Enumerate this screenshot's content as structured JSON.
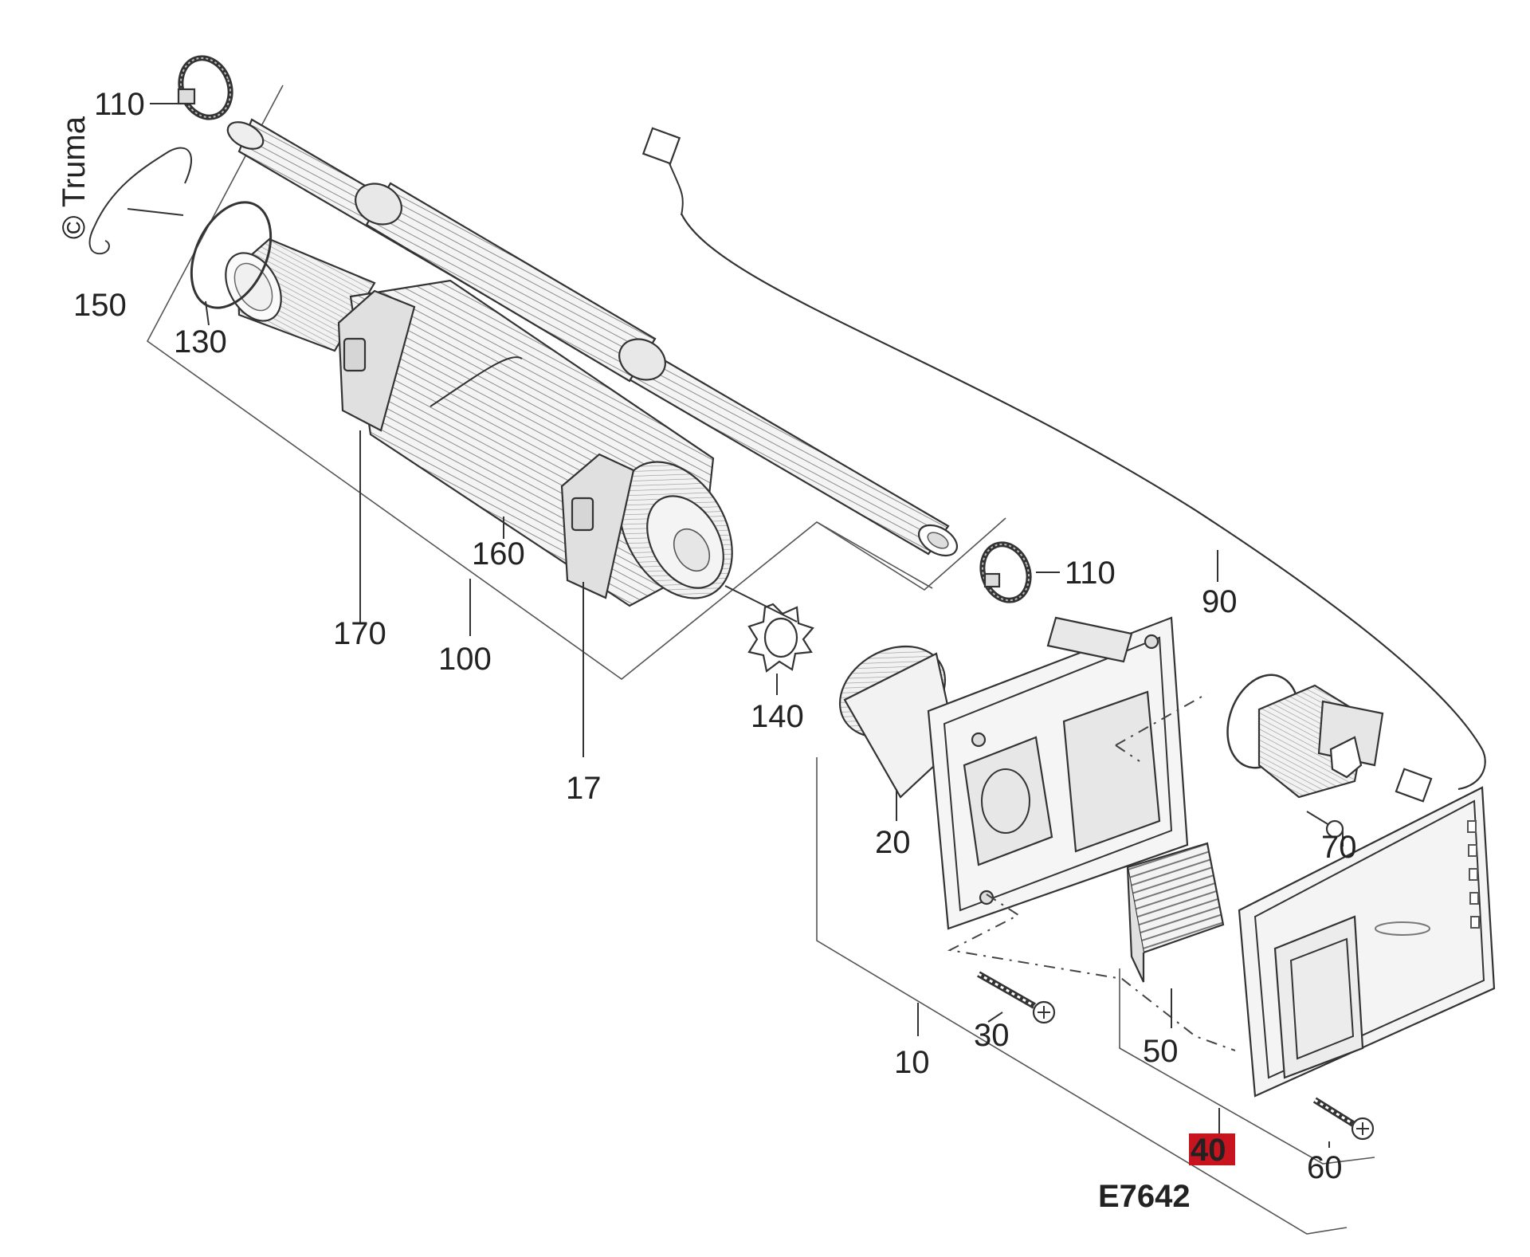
{
  "copyright": "© Truma",
  "part_labels": {
    "p110a": "110",
    "p150": "150",
    "p130": "130",
    "p170": "170",
    "p160": "160",
    "p100": "100",
    "p17": "17",
    "p140": "140",
    "p110b": "110",
    "p90": "90",
    "p20": "20",
    "p70": "70",
    "p30": "30",
    "p10": "10",
    "p50": "50",
    "p40": "40",
    "p60": "60"
  },
  "diagram_code": "E7642",
  "colors": {
    "highlight_box": "#c8141e",
    "highlight_text": "#f2d8d8",
    "code_text": "#d24f1e",
    "line": "#333333",
    "part_fill": "#f2f2f2",
    "hatch": "#9a9a9a"
  }
}
